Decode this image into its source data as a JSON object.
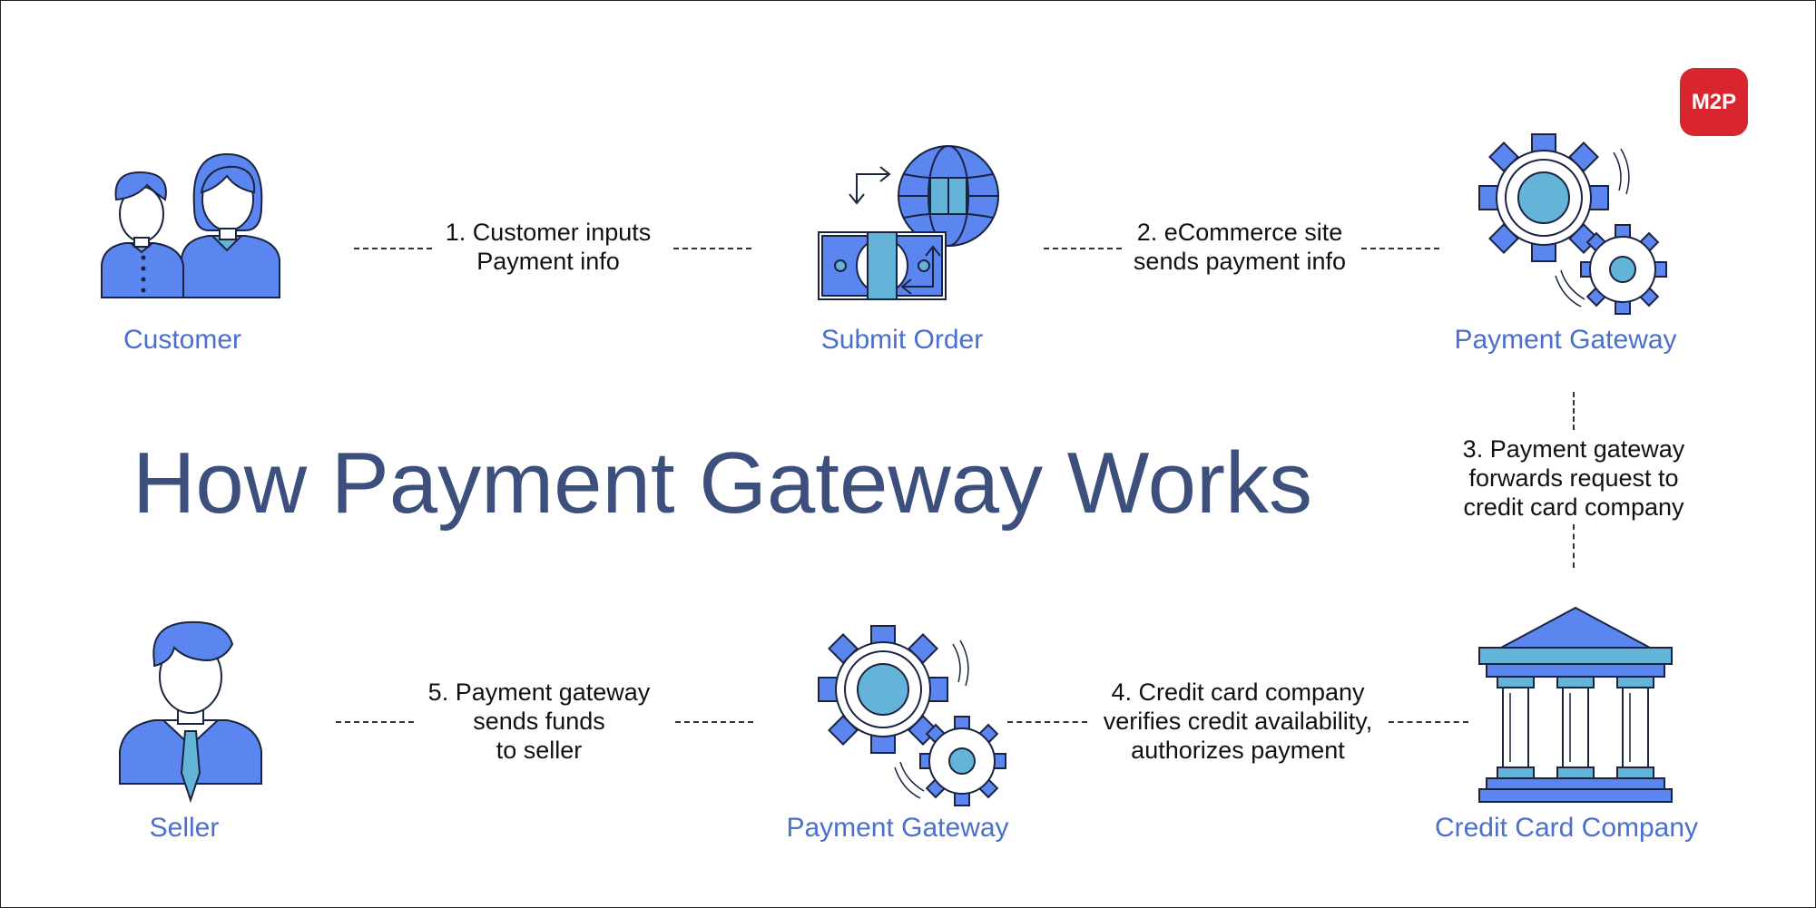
{
  "logo": {
    "text": "M2P",
    "color": "#d9262e"
  },
  "title": "How Payment Gateway Works",
  "colors": {
    "accent": "#5b86f0",
    "light": "#64b3d9",
    "label": "#4a6fd0",
    "title": "#3d4f7c"
  },
  "nodes": {
    "customer": {
      "label": "Customer",
      "icon": "customers-icon"
    },
    "submit_order": {
      "label": "Submit Order",
      "icon": "globe-money-icon"
    },
    "gateway_top": {
      "label": "Payment Gateway",
      "icon": "gears-icon"
    },
    "seller": {
      "label": "Seller",
      "icon": "seller-icon"
    },
    "gateway_bottom": {
      "label": "Payment Gateway",
      "icon": "gears-icon"
    },
    "credit_card_company": {
      "label": "Credit Card Company",
      "icon": "bank-icon"
    }
  },
  "steps": {
    "s1": [
      "1. Customer inputs",
      "Payment info"
    ],
    "s2": [
      "2. eCommerce site",
      "sends payment info"
    ],
    "s3": [
      "3. Payment gateway",
      "forwards request to",
      "credit card company"
    ],
    "s4": [
      "4. Credit card company",
      "verifies credit availability,",
      "authorizes payment"
    ],
    "s5": [
      "5. Payment gateway",
      "sends funds",
      "to seller"
    ]
  }
}
